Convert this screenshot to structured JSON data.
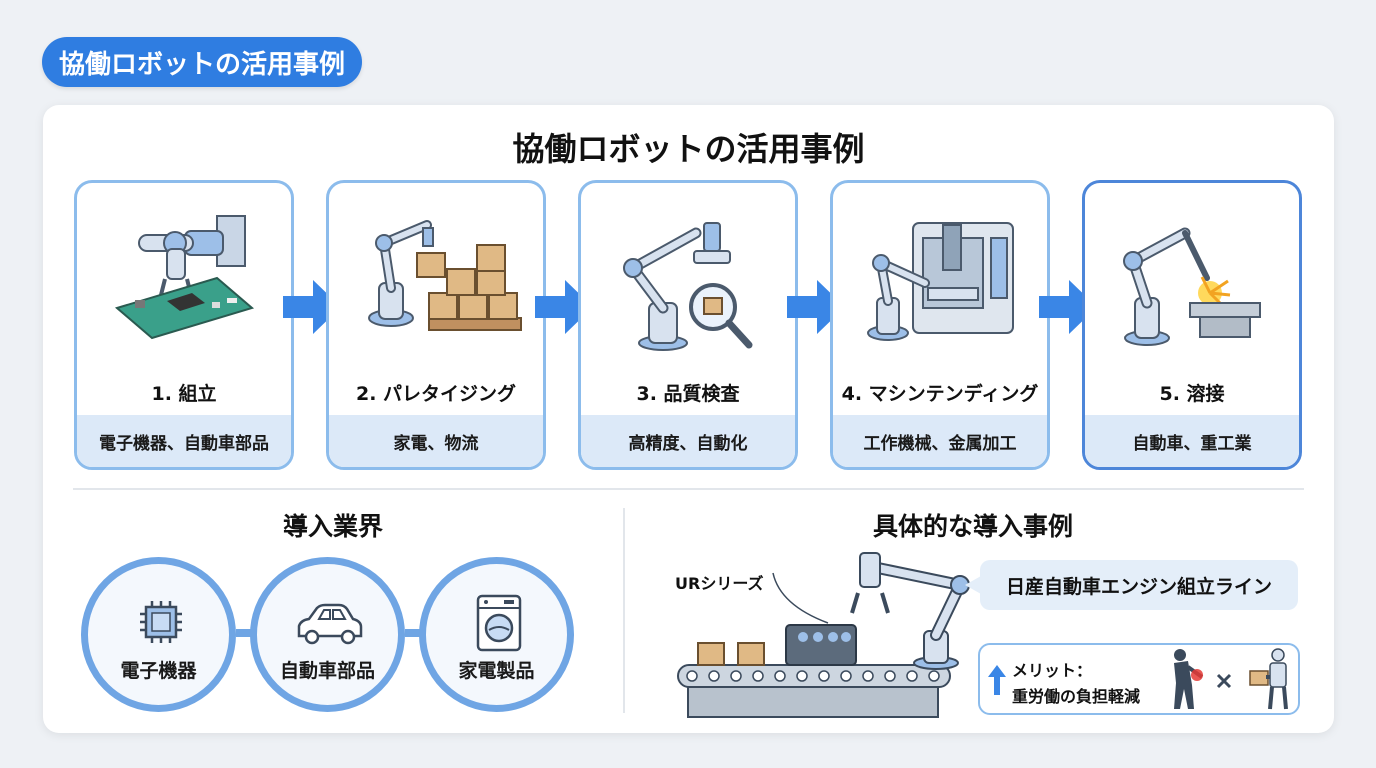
{
  "header": {
    "title": "協働ロボットの活用事例"
  },
  "main": {
    "title": "協働ロボットの活用事例"
  },
  "steps": [
    {
      "label": "1. 組立",
      "sub": "電子機器、自動車部品"
    },
    {
      "label": "2. パレタイジング",
      "sub": "家電、物流"
    },
    {
      "label": "3. 品質検査",
      "sub": "高精度、自動化"
    },
    {
      "label": "4. マシンテンディング",
      "sub": "工作機械、金属加工"
    },
    {
      "label": "5. 溶接",
      "sub": "自動車、重工業"
    }
  ],
  "industries": {
    "title": "導入業界",
    "items": [
      {
        "label": "電子機器",
        "icon": "chip-icon"
      },
      {
        "label": "自動車部品",
        "icon": "car-icon"
      },
      {
        "label": "家電製品",
        "icon": "washing-machine-icon"
      }
    ]
  },
  "case": {
    "title": "具体的な導入事例",
    "series": "URシリーズ",
    "callout": "日産自動車エンジン組立ライン",
    "merit_label": "メリット：",
    "merit_text": "重労働の負担軽減"
  },
  "colors": {
    "accent": "#2f7de1",
    "card_border": "#8cbcec",
    "active_border": "#4d86d9",
    "sub_bg": "#dce9f8",
    "arrow": "#3a86e6"
  }
}
